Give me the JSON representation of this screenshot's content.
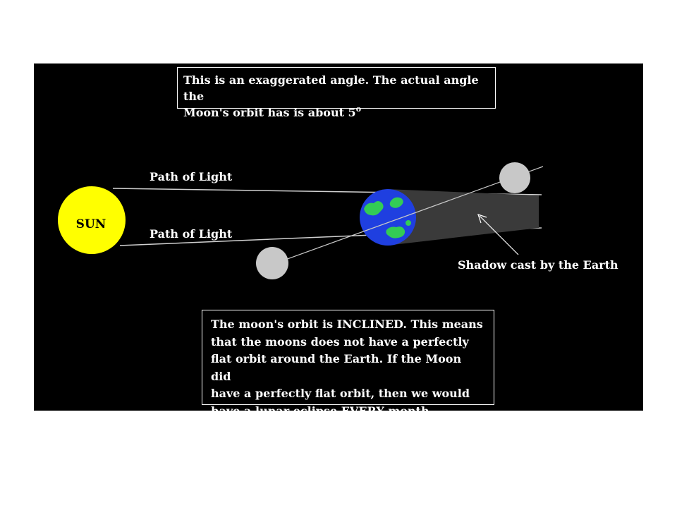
{
  "notes": {
    "top_line1": "This is an exaggerated angle. The actual angle the",
    "top_line2": "Moon's orbit has is about 5",
    "top_degree": "o",
    "bottom_lines": [
      "The moon's orbit is INCLINED. This means",
      "that the moons does not have a perfectly",
      "flat orbit around the Earth. If the Moon did",
      "have a perfectly flat orbit, then we would",
      "have a lunar eclipse EVERY month."
    ]
  },
  "labels": {
    "sun": "SUN",
    "path_of_light_top": "Path of Light",
    "path_of_light_bottom": "Path of Light",
    "shadow": "Shadow cast by the Earth"
  },
  "colors": {
    "background": "#000000",
    "sun": "#ffff00",
    "earth_ocean": "#1f3fe0",
    "earth_land": "#33cc55",
    "moon": "#c8c8c8",
    "shadow": "#3a3a3a",
    "light_path": "#d0d0d0"
  }
}
